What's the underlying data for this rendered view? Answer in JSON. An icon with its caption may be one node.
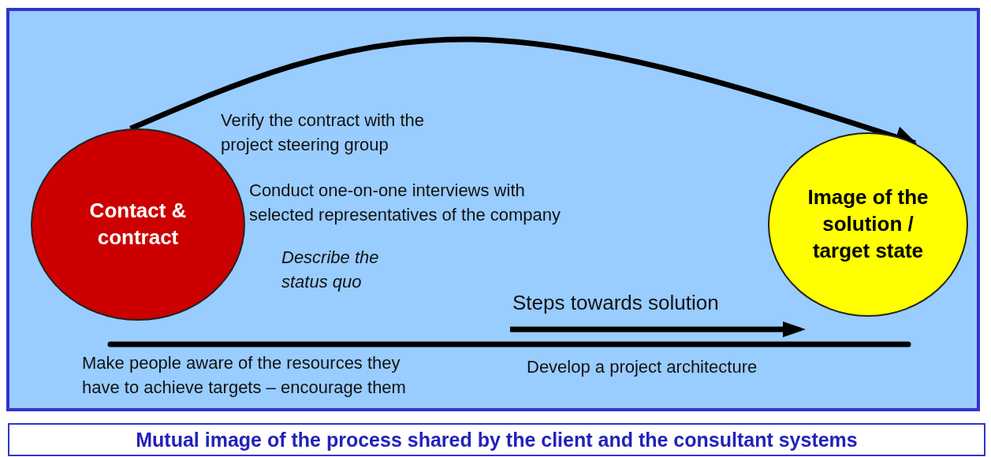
{
  "diagram": {
    "caption": "Mutual image of the process shared by the client and the consultant systems",
    "nodes": [
      {
        "text": [
          "Contact & contract"
        ]
      },
      {
        "text": [
          "Image of the solution / target state"
        ]
      }
    ],
    "edges": [
      {
        "from": 0,
        "to": 1,
        "arrow": "to"
      }
    ],
    "labels": [
      "Verify the contract with the project steering group",
      "Conduct one-on-one interviews with selected representatives of the company",
      "Describe the status quo",
      "Steps towards solution",
      "Make people aware of the resources they have to achieve targets – encourage them",
      "Develop a project architecture"
    ]
  }
}
